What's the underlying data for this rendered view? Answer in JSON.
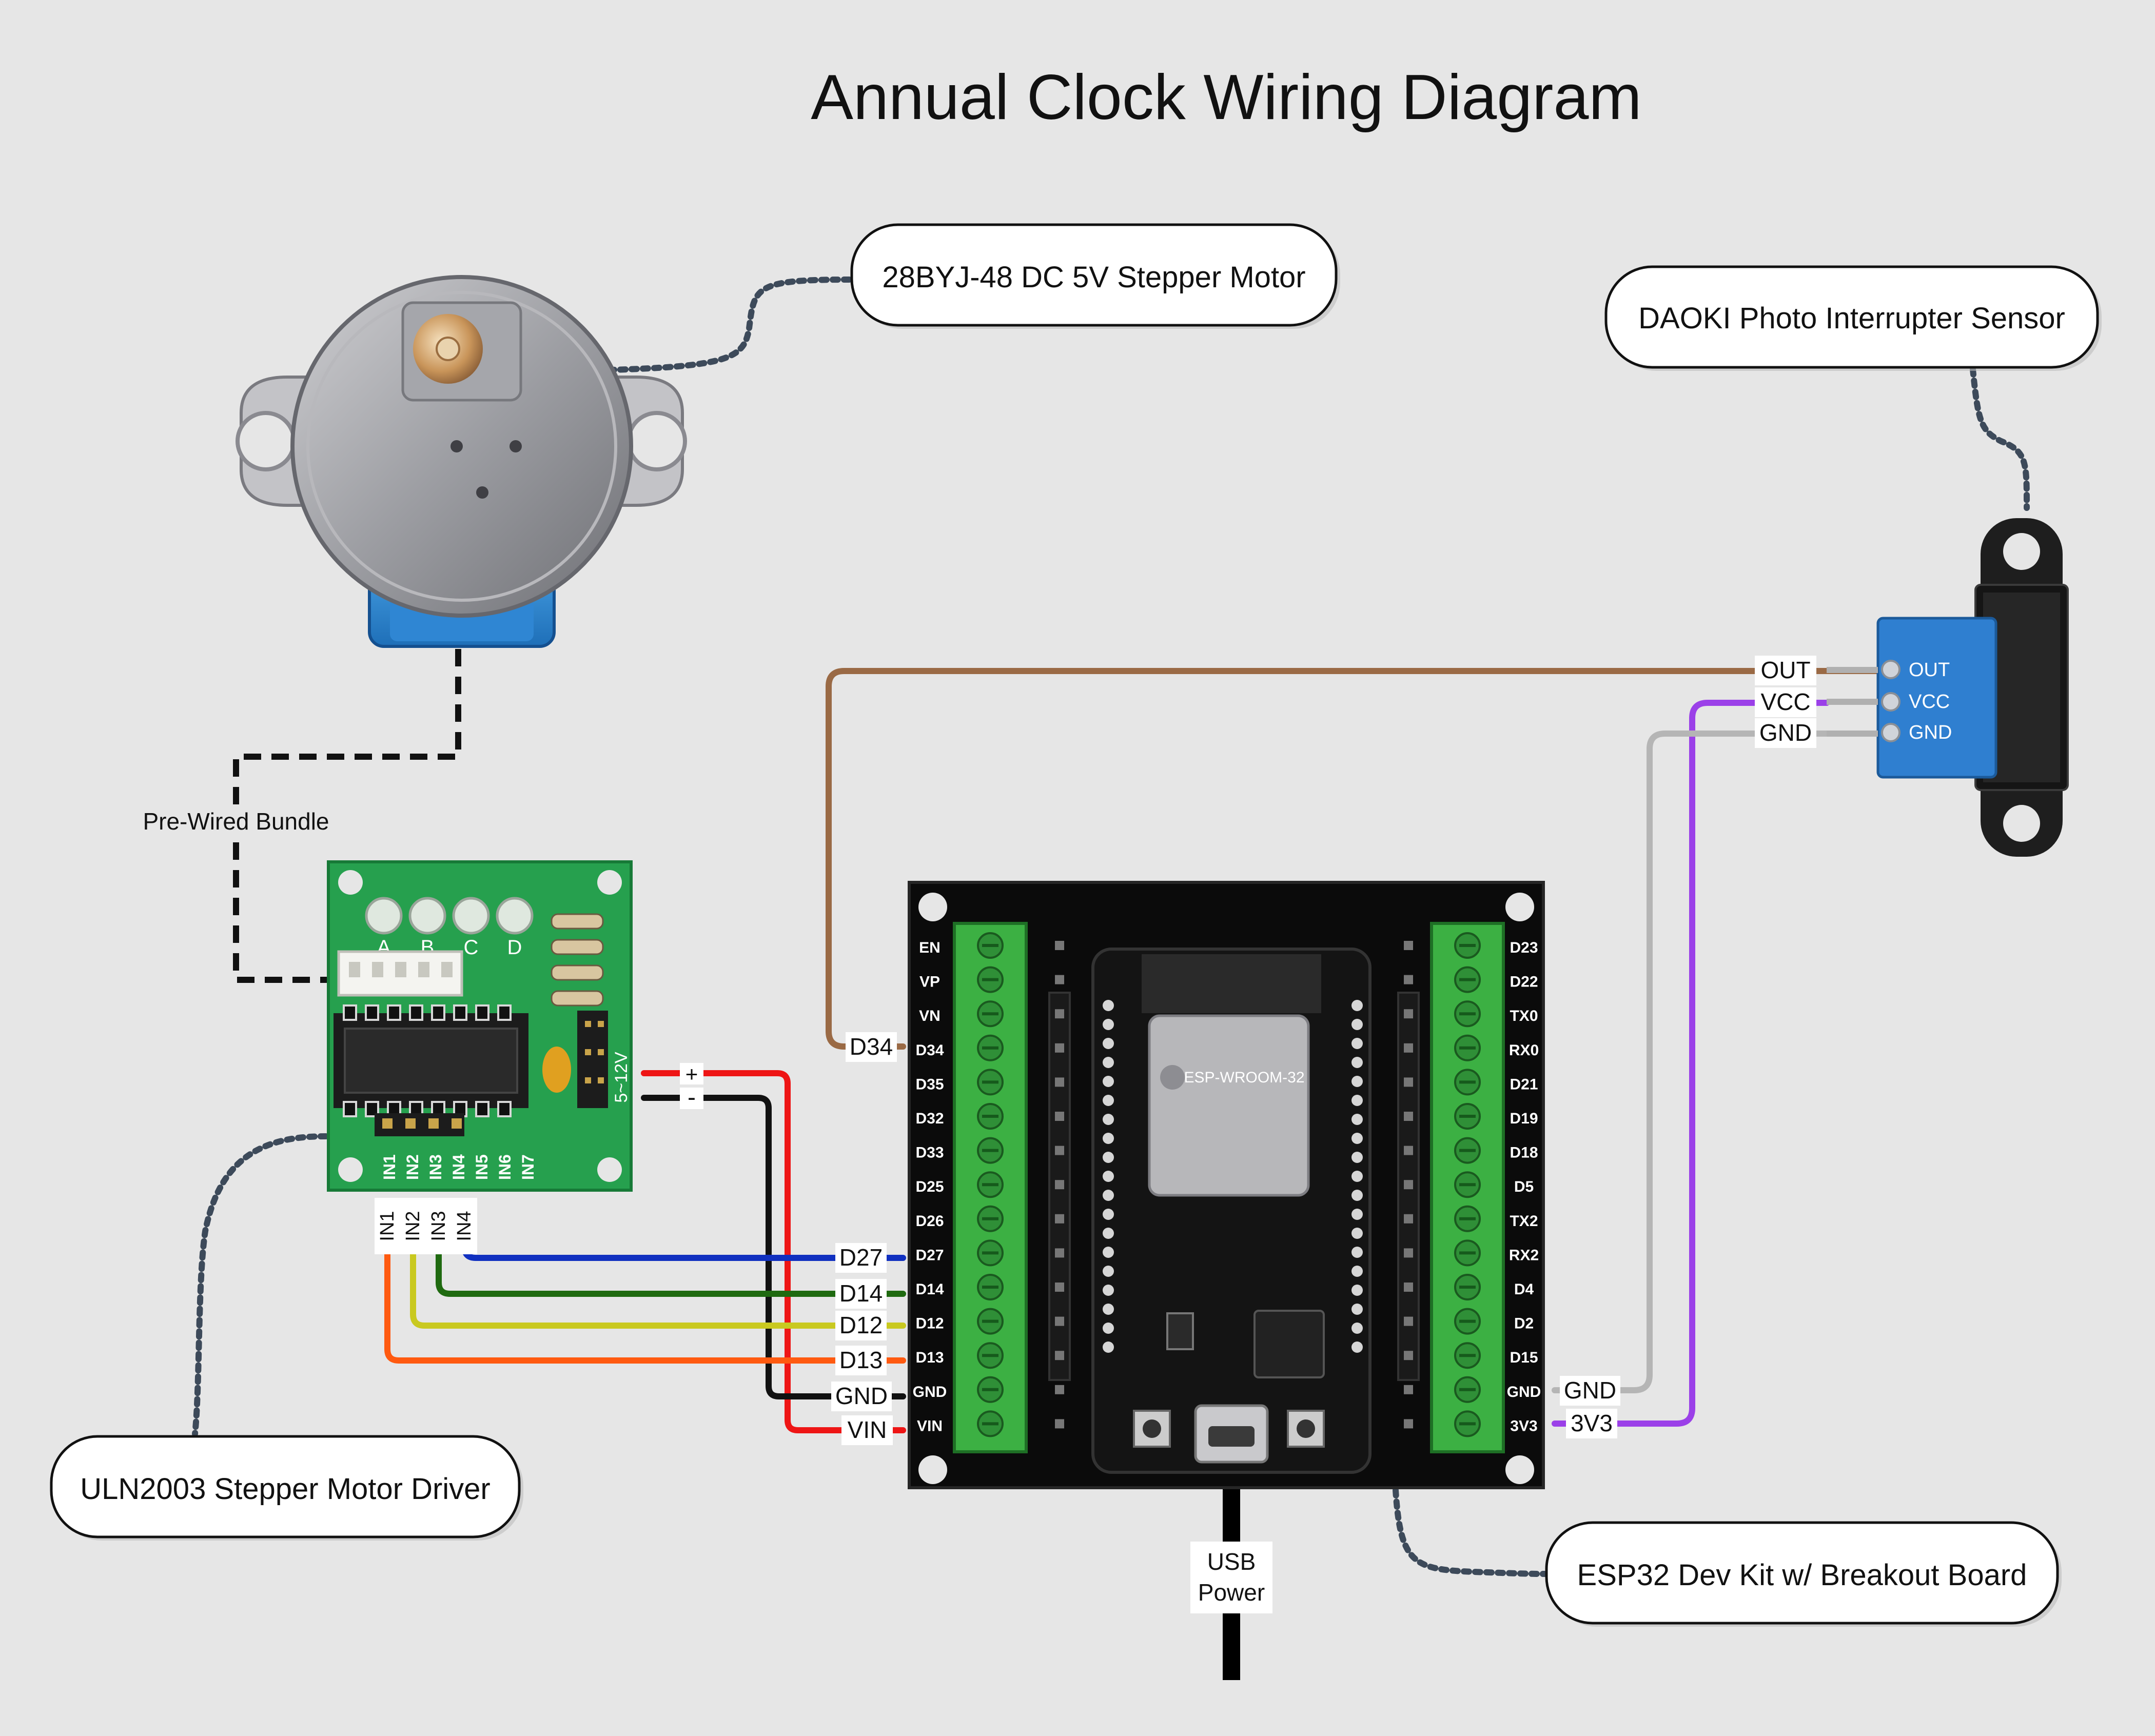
{
  "title": "Annual Clock Wiring Diagram",
  "callouts": {
    "motor": "28BYJ-48 DC 5V Stepper Motor",
    "sensor": "DAOKI Photo Interrupter Sensor",
    "driver": "ULN2003 Stepper Motor Driver",
    "esp32": "ESP32 Dev Kit w/ Breakout Board"
  },
  "labels": {
    "bundle": "Pre-Wired Bundle",
    "usb_line1": "USB",
    "usb_line2": "Power"
  },
  "sensor_pins": [
    "OUT",
    "VCC",
    "GND"
  ],
  "sensor_wire_labels": [
    "OUT",
    "VCC",
    "GND"
  ],
  "driver": {
    "led_letters": [
      "A",
      "B",
      "C",
      "D"
    ],
    "board_pins": [
      "IN1",
      "IN2",
      "IN3",
      "IN4",
      "IN5",
      "IN6",
      "IN7"
    ],
    "wire_labels": [
      "IN1",
      "IN2",
      "IN3",
      "IN4"
    ],
    "power_plus": "+",
    "power_minus": "-",
    "voltage": "5~12V"
  },
  "esp32": {
    "left_pins": [
      "EN",
      "VP",
      "VN",
      "D34",
      "D35",
      "D32",
      "D33",
      "D25",
      "D26",
      "D27",
      "D14",
      "D12",
      "D13",
      "GND",
      "VIN"
    ],
    "right_pins": [
      "D23",
      "D22",
      "TX0",
      "RX0",
      "D21",
      "D19",
      "D18",
      "D5",
      "TX2",
      "RX2",
      "D4",
      "D2",
      "D15",
      "GND",
      "3V3"
    ],
    "module": "ESP-WROOM-32",
    "wire_labels_left": [
      "D34",
      "D27",
      "D14",
      "D12",
      "D13",
      "GND",
      "VIN"
    ],
    "wire_labels_right": [
      "GND",
      "3V3"
    ]
  },
  "colors": {
    "background": "#e6e6e6",
    "wire_out": "#9a6a45",
    "wire_vcc": "#9b40e8",
    "wire_gnd_sensor": "#b5b5b5",
    "wire_in1": "#ff5a10",
    "wire_in2": "#c9c920",
    "wire_in3": "#1f6a10",
    "wire_in4": "#1030c0",
    "wire_vin": "#ee1515",
    "wire_gnd": "#111111",
    "pcb_green": "#1f9a4a",
    "terminal_green": "#3cb043"
  }
}
